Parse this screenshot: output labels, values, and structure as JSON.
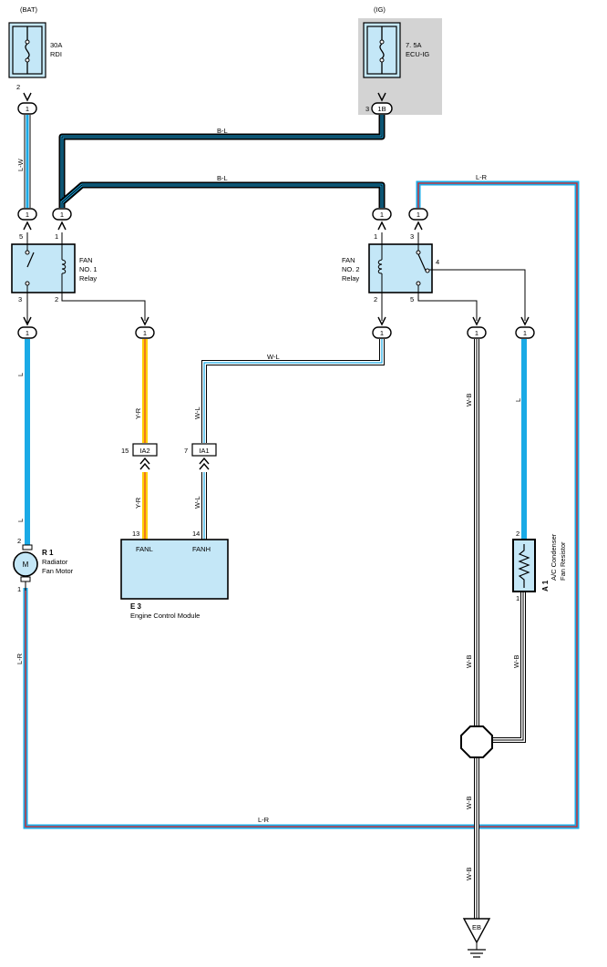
{
  "power": {
    "bat": {
      "source": "(BAT)",
      "amp": "30A",
      "name": "RDI",
      "pin": "2",
      "conn": "1"
    },
    "ig": {
      "source": "(IG)",
      "amp": "7. 5A",
      "name": "ECU-IG",
      "pin": "3",
      "conn": "1B"
    }
  },
  "wires": {
    "lw": "L-W",
    "bl_top": "B-L",
    "bl_mid": "B-L",
    "lr_top": "L-R",
    "l_left_upper": "L",
    "l_left_lower": "L",
    "yr_upper": "Y-R",
    "yr_lower": "Y-R",
    "wl_horizontal": "W-L",
    "wl_upper": "W-L",
    "wl_lower": "W-L",
    "wb_upper": "W-B",
    "l_right": "L",
    "lr_left": "L-R",
    "wb_mid": "W-B",
    "wb_resistor": "W-B",
    "lr_bottom": "L-R",
    "wb_lower": "W-B",
    "wb_ground": "W-B"
  },
  "relay1": {
    "title_line1": "FAN",
    "title_line2": "NO. 1",
    "title_line3": "Relay",
    "pin5": "5",
    "pin1": "1",
    "pin3": "3",
    "pin2": "2"
  },
  "relay2": {
    "title_line1": "FAN",
    "title_line2": "NO. 2",
    "title_line3": "Relay",
    "pin1": "1",
    "pin3": "3",
    "pin4": "4",
    "pin2": "2",
    "pin5": "5"
  },
  "connectors": {
    "r1_in_a": "1",
    "r1_in_b": "1",
    "r2_in_a": "1",
    "r2_in_b": "1",
    "r1_out_a": "1",
    "r1_out_b": "1",
    "r2_out_a": "1",
    "r2_out_b": "1",
    "r2_out_c": "1"
  },
  "inline": {
    "ia2": {
      "name": "IA2",
      "pin": "15"
    },
    "ia1": {
      "name": "IA1",
      "pin": "7"
    }
  },
  "motor": {
    "code": "R 1",
    "line1": "Radiator",
    "line2": "Fan Motor",
    "symbol": "M",
    "pin_top": "2",
    "pin_bottom": "1"
  },
  "ecm": {
    "fanl": "FANL",
    "fanh": "FANH",
    "pin_fanl": "13",
    "pin_fanh": "14",
    "code": "E 3",
    "name": "Engine Control Module"
  },
  "resistor": {
    "code": "A 1",
    "line1": "A/C Condenser",
    "line2": "Fan Resistor",
    "pin_top": "2",
    "pin_bottom": "1"
  },
  "ground": {
    "label": "EB"
  },
  "colors": {
    "blue": "#1aaae6",
    "light_fill": "#c4e7f7",
    "ig_shade": "#d3d3d3",
    "yellow": "#ffd000",
    "orange": "#f07a1e",
    "red": "#e02020",
    "black": "#000000"
  }
}
